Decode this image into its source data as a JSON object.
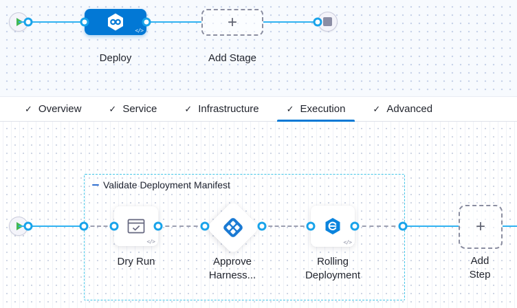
{
  "icons": {
    "check": "✓",
    "plus": "+",
    "code": "</>"
  },
  "stage_pipeline": {
    "deploy": {
      "label": "Deploy"
    },
    "add_stage": {
      "label": "Add Stage"
    }
  },
  "tabs": {
    "items": [
      {
        "label": "Overview",
        "active": false
      },
      {
        "label": "Service",
        "active": false
      },
      {
        "label": "Infrastructure",
        "active": false
      },
      {
        "label": "Execution",
        "active": true
      },
      {
        "label": "Advanced",
        "active": false
      }
    ]
  },
  "execution": {
    "group": {
      "title": "Validate Deployment Manifest"
    },
    "steps": {
      "dry_run": {
        "label": "Dry Run"
      },
      "approve": {
        "label": "Approve\nHarness..."
      },
      "rolling": {
        "label": "Rolling\nDeployment"
      }
    },
    "add_step": {
      "label": "Add Step"
    }
  },
  "colors": {
    "primary_blue": "#0278d5",
    "line_blue": "#2fb2f1",
    "group_border_cyan": "#3fc4e7",
    "play_green": "#43b854"
  }
}
